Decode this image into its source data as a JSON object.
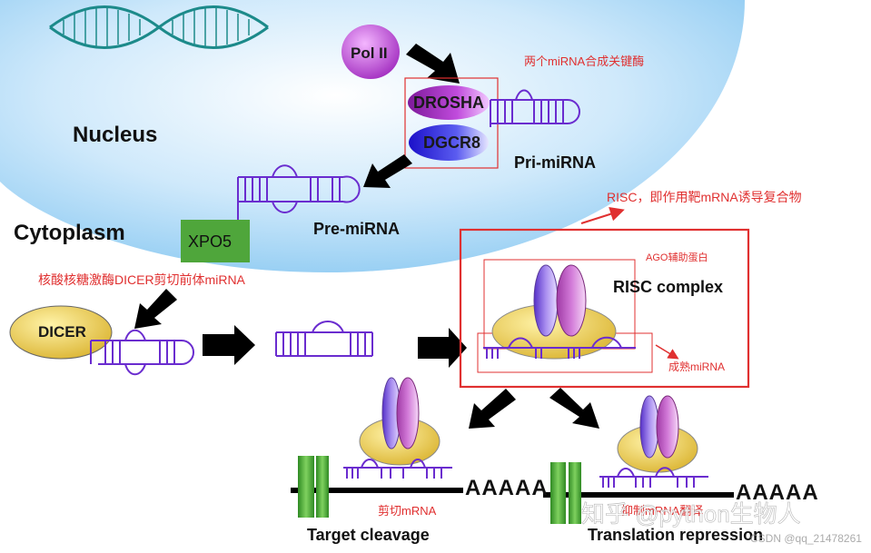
{
  "labels": {
    "nucleus": "Nucleus",
    "cytoplasm": "Cytoplasm",
    "pol2": "Pol II",
    "drosha": "DROSHA",
    "dgcr8": "DGCR8",
    "pri_mirna": "Pri-miRNA",
    "pre_mirna": "Pre-miRNA",
    "xpo5": "XPO5",
    "dicer": "DICER",
    "risc_complex": "RISC complex",
    "target_cleavage": "Target cleavage",
    "translation_repression": "Translation repression",
    "polya_left": "AAAAA",
    "polya_right": "AAAAA"
  },
  "notes": {
    "key_enzymes": "两个miRNA合成关键酶",
    "risc": "RISC，即作用靶mRNA诱导复合物",
    "ago": "AGO辅助蛋白",
    "mature_mirna": "成熟miRNA",
    "dicer_note": "核酸核糖激酶DICER剪切前体miRNA",
    "cut_mrna": "剪切mRNA",
    "inhibit_mrna": "抑制mRNA翻译"
  },
  "watermark": {
    "main": "知乎 @python生物人",
    "sub": "CSDN @qq_21478261"
  },
  "colors": {
    "nucleus": "#aedbf7",
    "rna": "#6a2ccf",
    "red": "#e03030",
    "xpo5": "#4fa63b",
    "dicer": "#e7c640",
    "pol2": "#b23cc9",
    "drosha": "#8a1fa6",
    "dgcr8": "#2a1fd6"
  }
}
